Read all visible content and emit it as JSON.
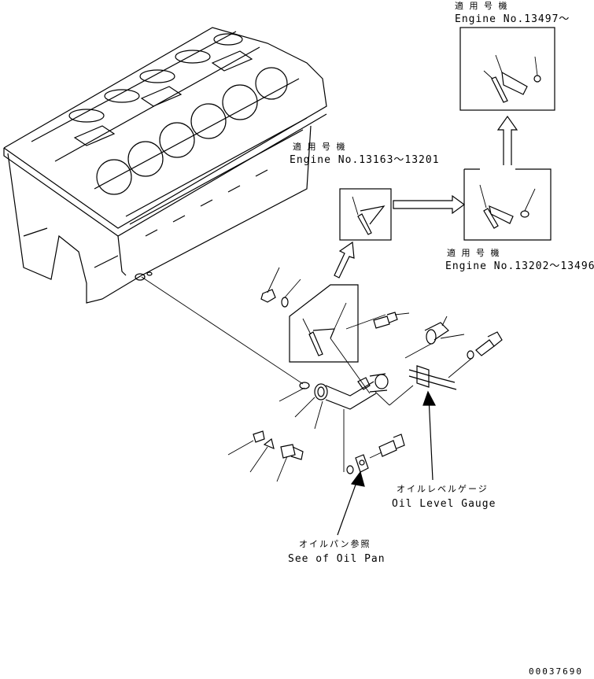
{
  "labels": {
    "top_variant_jp": "適 用 号 機",
    "top_variant_en": "Engine No.13497～",
    "mid_variant_jp": "適 用 号 機",
    "mid_variant_en": "Engine No.13163～13201",
    "right_variant_jp": "適 用 号 機",
    "right_variant_en": "Engine No.13202～13496",
    "gauge_jp": "オイルレベルゲージ",
    "gauge_en": "Oil Level Gauge",
    "pan_jp": "オイルパン参照",
    "pan_en": "See of Oil Pan",
    "drawing_number": "00037690"
  }
}
